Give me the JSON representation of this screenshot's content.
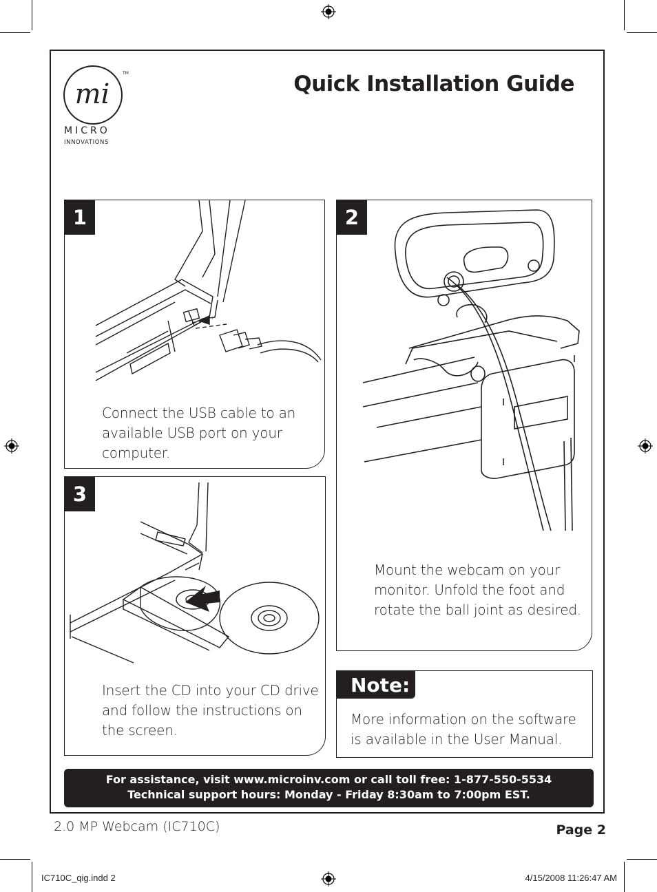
{
  "header": {
    "title": "Quick Installation Guide",
    "logo": {
      "mark": "mi",
      "line1": "MICRO",
      "line2": "INNOVATIONS"
    }
  },
  "steps": [
    {
      "number": "1",
      "caption_lines": [
        "Connect the USB cable to an",
        "available USB port on your",
        "computer."
      ]
    },
    {
      "number": "2",
      "caption_lines": [
        "Mount the webcam on your",
        "monitor. Unfold the foot and",
        "rotate the ball joint as desired."
      ]
    },
    {
      "number": "3",
      "caption_lines": [
        "Insert the CD into your CD drive",
        "and follow the instructions on",
        "the screen."
      ]
    }
  ],
  "note": {
    "label": "Note:",
    "lines": [
      "More information on the software",
      "is available in the User Manual."
    ]
  },
  "support": {
    "line1": "For assistance, visit www.microinv.com or call toll free: 1-877-550-5534",
    "line2": "Technical support hours: Monday - Friday 8:30am to 7:00pm EST."
  },
  "footer": {
    "model": "2.0 MP Webcam (IC710C)",
    "page": "Page 2"
  },
  "print_slug": {
    "file": "IC710C_qig.indd   2",
    "timestamp": "4/15/2008   11:26:47 AM"
  }
}
